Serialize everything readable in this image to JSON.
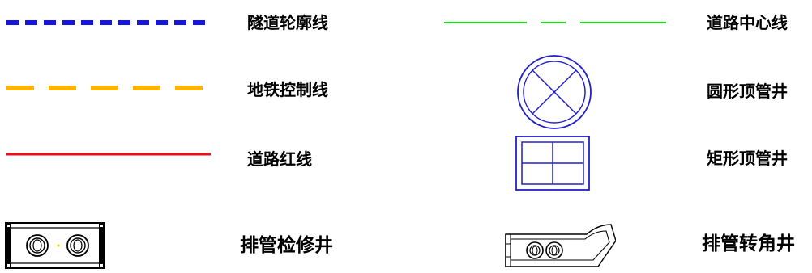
{
  "legend": {
    "tunnel_outline": "隧道轮廓线",
    "road_centerline": "道路中心线",
    "subway_control_line": "地铁控制线",
    "round_manhole": "圆形顶管井",
    "road_red_line": "道路红线",
    "rect_manhole": "矩形顶管井",
    "drain_inspection_well": "排管检修井",
    "drain_corner_well": "排管转角井"
  },
  "colors": {
    "tunnel_outline": "#1515e6",
    "road_centerline": "#14e014",
    "subway_control_line": "#ffb300",
    "road_red_line": "#e8101a",
    "manhole_stroke": "#2020c8"
  }
}
